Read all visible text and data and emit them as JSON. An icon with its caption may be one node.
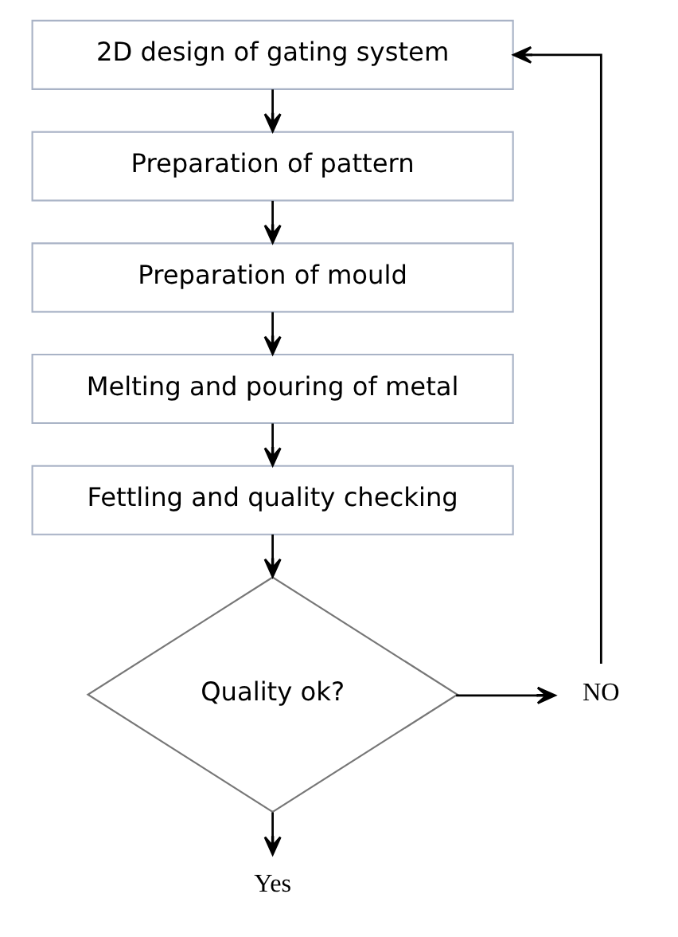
{
  "diagram": {
    "nodes": [
      {
        "text": [
          "2D design of gating system"
        ]
      },
      {
        "text": [
          "Preparation of pattern"
        ]
      },
      {
        "text": [
          "Preparation of mould"
        ]
      },
      {
        "text": [
          "Melting and pouring of metal"
        ]
      },
      {
        "text": [
          "Fettling and quality checking"
        ]
      },
      {
        "text": [
          "Quality ok?"
        ]
      },
      {
        "text": [
          "NO"
        ]
      },
      {
        "text": [
          "Yes"
        ]
      }
    ],
    "edges": [
      {
        "from": 0,
        "to": 1,
        "arrow": "to"
      },
      {
        "from": 1,
        "to": 2,
        "arrow": "to"
      },
      {
        "from": 2,
        "to": 3,
        "arrow": "to"
      },
      {
        "from": 3,
        "to": 4,
        "arrow": "to"
      },
      {
        "from": 4,
        "to": 5,
        "arrow": "to"
      },
      {
        "from": 5,
        "to": 6,
        "arrow": "to"
      },
      {
        "from": 6,
        "to": 0,
        "arrow": "to"
      },
      {
        "from": 5,
        "to": 7,
        "arrow": "to"
      }
    ]
  }
}
